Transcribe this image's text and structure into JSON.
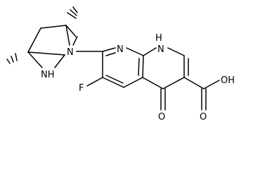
{
  "structure": {
    "atoms": {
      "nh_ring": "NH",
      "n_bicyclic": "N",
      "n_pyridine": "N",
      "nh_pyridone": "H",
      "n_pyridone": "N",
      "fluorine": "F",
      "oxygen_ketone": "O",
      "oxygen_acid_oh": "OH",
      "oxygen_acid_c_o": "O"
    }
  }
}
